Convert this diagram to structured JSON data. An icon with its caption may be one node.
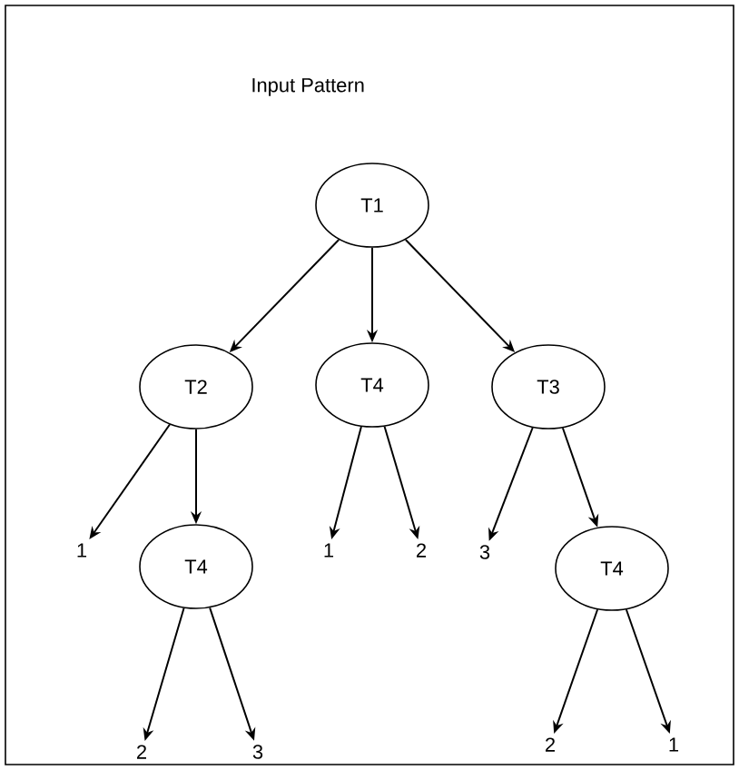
{
  "diagram": {
    "title": "Input Pattern",
    "nodes": [
      {
        "text": [
          "T1"
        ]
      },
      {
        "text": [
          "T2"
        ]
      },
      {
        "text": [
          "T4"
        ]
      },
      {
        "text": [
          "T3"
        ]
      },
      {
        "text": [
          "1"
        ]
      },
      {
        "text": [
          "1"
        ]
      },
      {
        "text": [
          "2"
        ]
      },
      {
        "text": [
          "3"
        ]
      },
      {
        "text": [
          "T4"
        ]
      },
      {
        "text": [
          "T4"
        ]
      },
      {
        "text": [
          "2"
        ]
      },
      {
        "text": [
          "3"
        ]
      },
      {
        "text": [
          "2"
        ]
      },
      {
        "text": [
          "1"
        ]
      }
    ],
    "edges": [
      {
        "from": 0,
        "to": 1,
        "arrow": "to"
      },
      {
        "from": 0,
        "to": 2,
        "arrow": "to"
      },
      {
        "from": 0,
        "to": 3,
        "arrow": "to"
      },
      {
        "from": 1,
        "to": 4,
        "arrow": "to"
      },
      {
        "from": 1,
        "to": 8,
        "arrow": "to"
      },
      {
        "from": 2,
        "to": 5,
        "arrow": "to"
      },
      {
        "from": 2,
        "to": 6,
        "arrow": "to"
      },
      {
        "from": 3,
        "to": 7,
        "arrow": "to"
      },
      {
        "from": 3,
        "to": 9,
        "arrow": "to"
      },
      {
        "from": 8,
        "to": 10,
        "arrow": "to"
      },
      {
        "from": 8,
        "to": 11,
        "arrow": "to"
      },
      {
        "from": 9,
        "to": 12,
        "arrow": "to"
      },
      {
        "from": 9,
        "to": 13,
        "arrow": "to"
      }
    ]
  }
}
